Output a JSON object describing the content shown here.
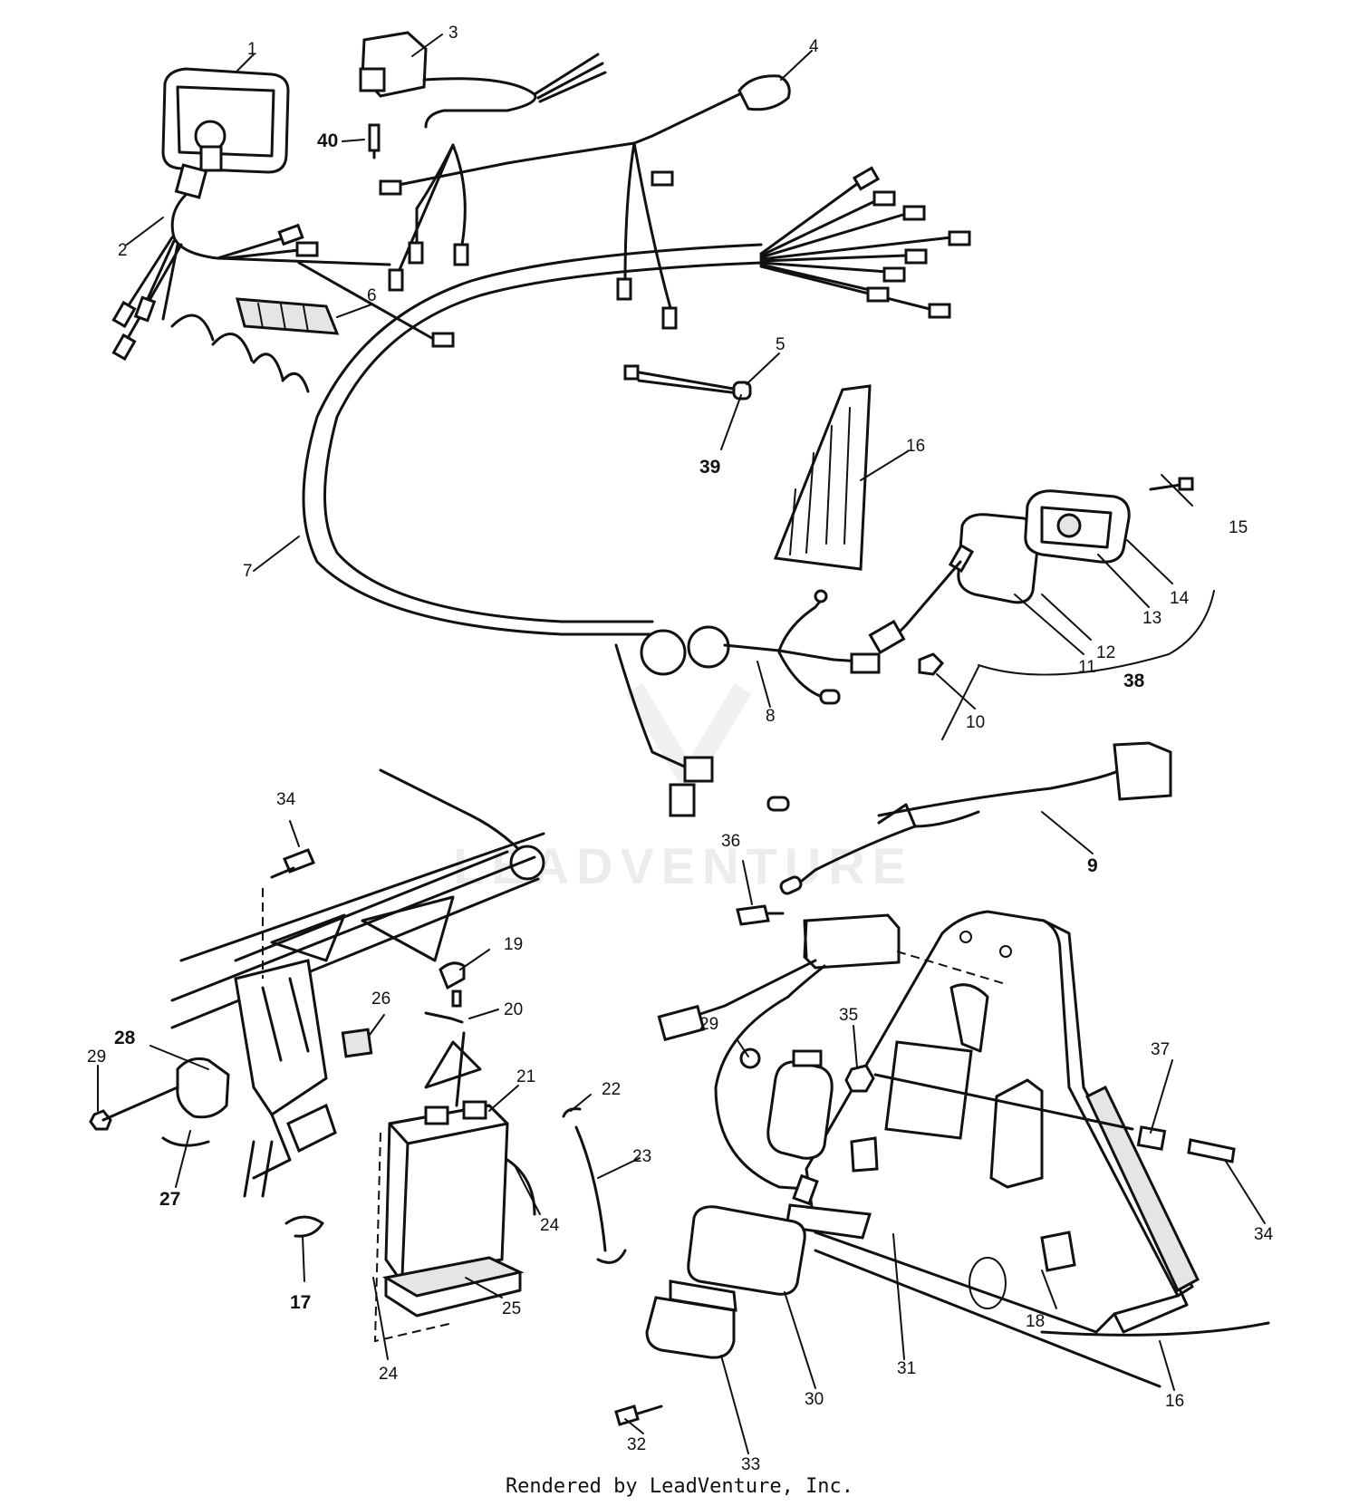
{
  "footer": {
    "text": "Rendered by LeadVenture, Inc."
  },
  "watermark": {
    "text": "LEADVENTURE"
  },
  "callouts": [
    {
      "num": "1",
      "bold": false
    },
    {
      "num": "2",
      "bold": false
    },
    {
      "num": "3",
      "bold": false
    },
    {
      "num": "4",
      "bold": false
    },
    {
      "num": "40",
      "bold": true
    },
    {
      "num": "5",
      "bold": false
    },
    {
      "num": "39",
      "bold": true
    },
    {
      "num": "6",
      "bold": false
    },
    {
      "num": "7",
      "bold": false
    },
    {
      "num": "16",
      "bold": false
    },
    {
      "num": "15",
      "bold": false
    },
    {
      "num": "14",
      "bold": false
    },
    {
      "num": "13",
      "bold": false
    },
    {
      "num": "12",
      "bold": false
    },
    {
      "num": "11",
      "bold": false
    },
    {
      "num": "38",
      "bold": true
    },
    {
      "num": "10",
      "bold": false
    },
    {
      "num": "8",
      "bold": false
    },
    {
      "num": "9",
      "bold": true
    },
    {
      "num": "34",
      "bold": false
    },
    {
      "num": "36",
      "bold": false
    },
    {
      "num": "19",
      "bold": false
    },
    {
      "num": "20",
      "bold": false
    },
    {
      "num": "26",
      "bold": false
    },
    {
      "num": "29",
      "bold": false
    },
    {
      "num": "28",
      "bold": true
    },
    {
      "num": "27",
      "bold": true
    },
    {
      "num": "21",
      "bold": false
    },
    {
      "num": "22",
      "bold": false
    },
    {
      "num": "23",
      "bold": false
    },
    {
      "num": "24",
      "bold": false
    },
    {
      "num": "25",
      "bold": false
    },
    {
      "num": "17",
      "bold": true
    },
    {
      "num": "24",
      "bold": false
    },
    {
      "num": "29",
      "bold": false
    },
    {
      "num": "35",
      "bold": false
    },
    {
      "num": "37",
      "bold": false
    },
    {
      "num": "34",
      "bold": false
    },
    {
      "num": "18",
      "bold": false
    },
    {
      "num": "16",
      "bold": false
    },
    {
      "num": "31",
      "bold": false
    },
    {
      "num": "30",
      "bold": false
    },
    {
      "num": "32",
      "bold": false
    },
    {
      "num": "33",
      "bold": false
    }
  ]
}
